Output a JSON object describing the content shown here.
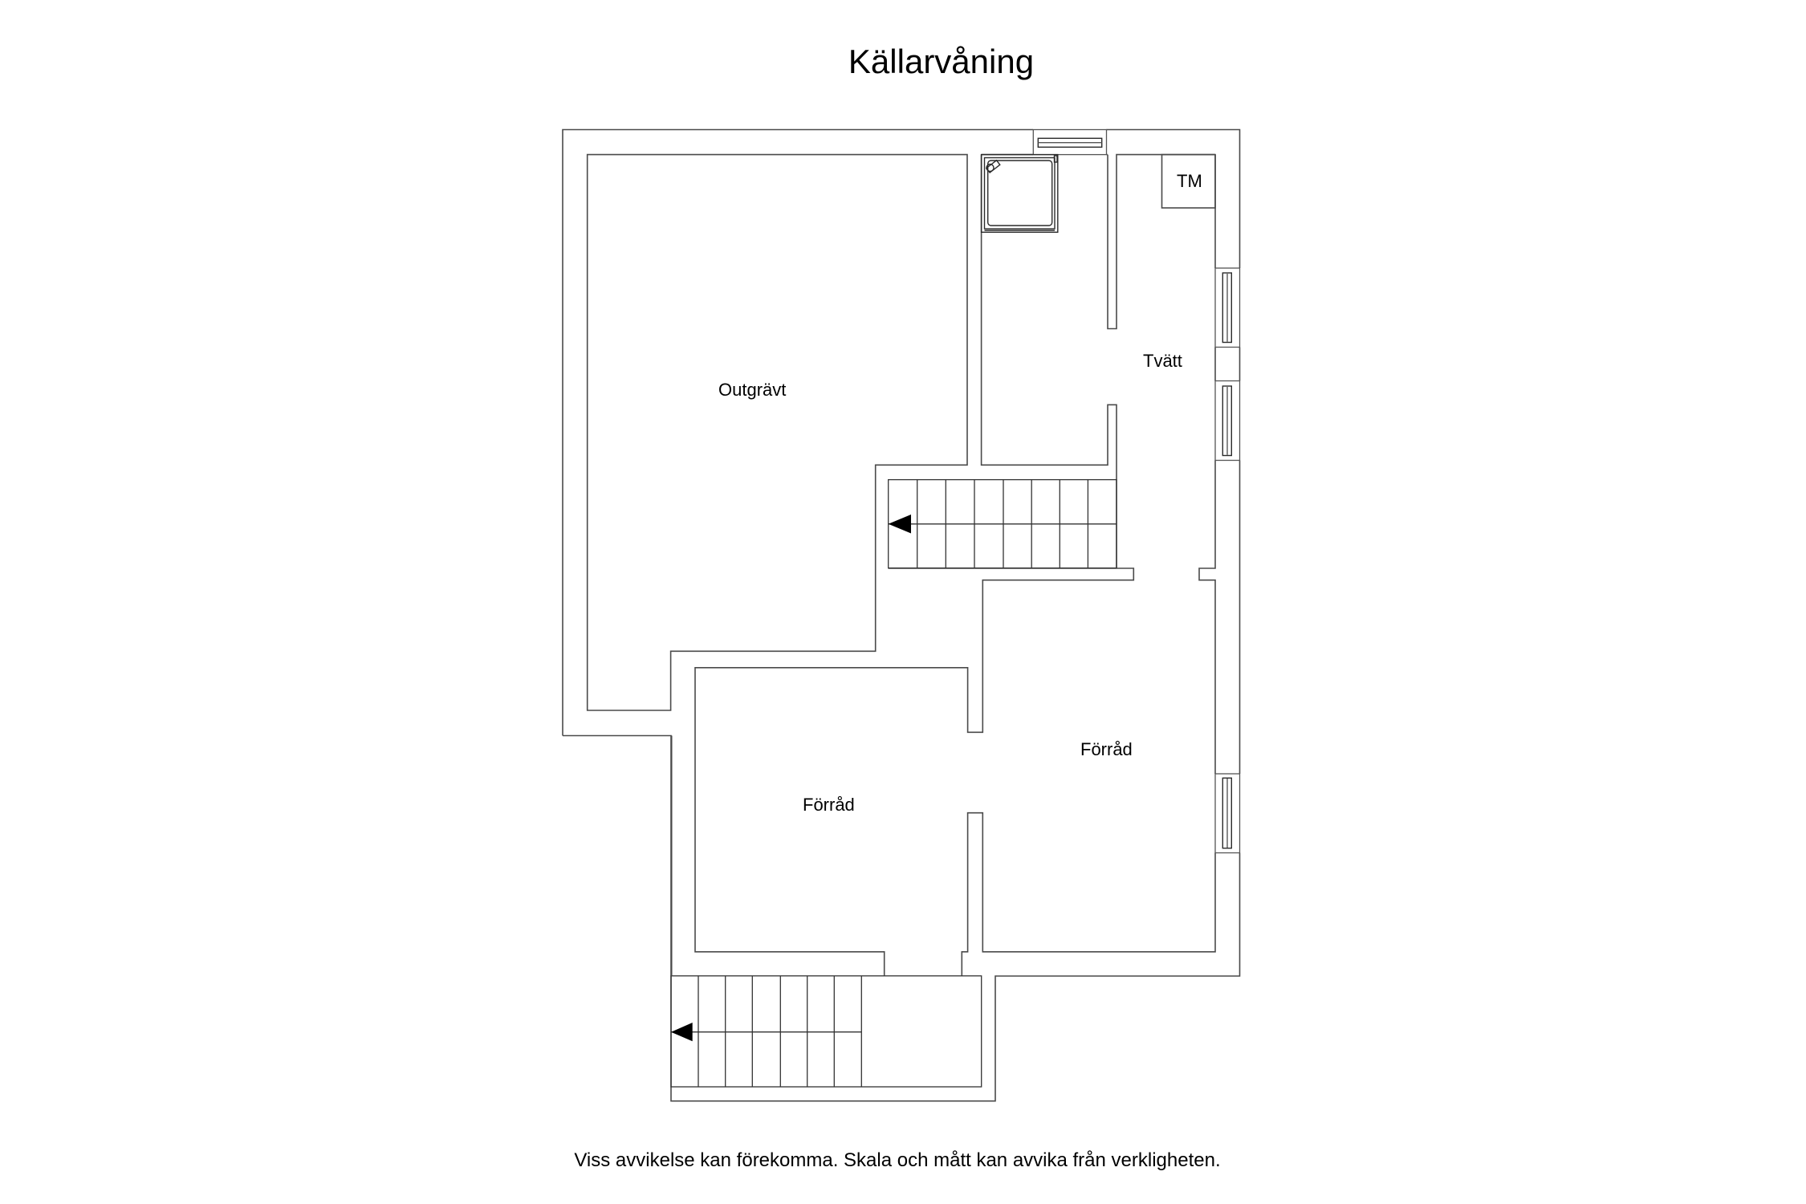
{
  "plan": {
    "title": "Källarvåning",
    "footer_note": "Viss avvikelse kan förekomma. Skala och mått kan avvika från verkligheten.",
    "rooms": [
      {
        "id": "outgravt",
        "label": "Outgrävt"
      },
      {
        "id": "tvatt",
        "label": "Tvätt"
      },
      {
        "id": "forrad-right",
        "label": "Förråd"
      },
      {
        "id": "forrad-left",
        "label": "Förråd"
      }
    ],
    "fixtures": [
      {
        "id": "tm",
        "label": "TM"
      },
      {
        "id": "shower",
        "label": "shower"
      },
      {
        "id": "stairs-upper",
        "direction": "left",
        "steps": 8
      },
      {
        "id": "stairs-lower",
        "direction": "left",
        "steps": 7
      }
    ],
    "colors": {
      "wall_line": "#4a4a4a",
      "background": "#ffffff",
      "text": "#000000"
    }
  }
}
